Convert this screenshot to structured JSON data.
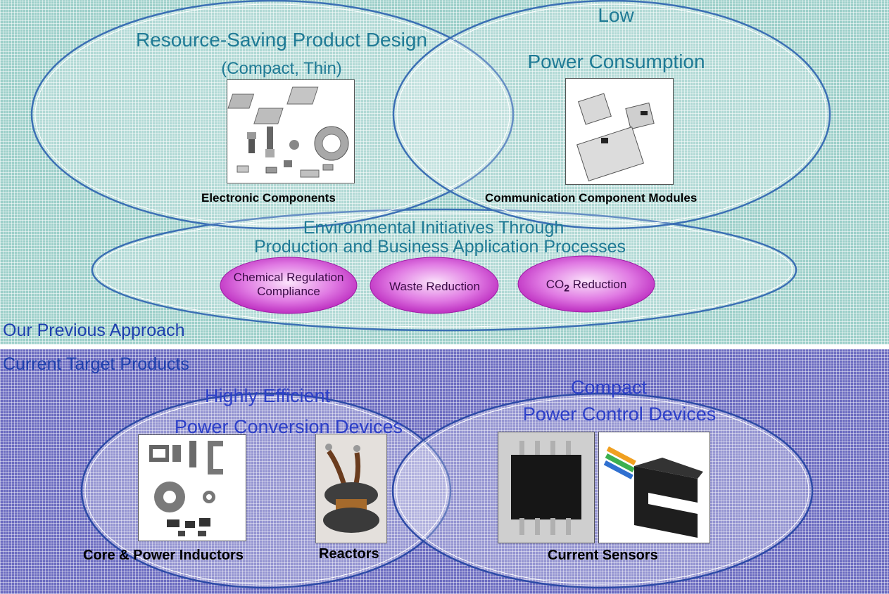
{
  "top": {
    "design_title": "Resource-Saving Product Design",
    "design_sub": "(Compact, Thin)",
    "power_line1": "Low",
    "power_line2": "Power Consumption",
    "elec_caption": "Electronic  Components",
    "comm_caption": "Communication Component Modules",
    "env_line1": "Environmental Initiatives Through",
    "env_line2": "Production and Business Application Processes",
    "bubbles": {
      "chem_line1": "Chemical Regulation",
      "chem_line2": "Compliance",
      "waste": "Waste Reduction",
      "co2_prefix": "CO",
      "co2_sub": "2",
      "co2_suffix": " Reduction"
    },
    "section_label": "Our Previous Approach"
  },
  "bottom": {
    "section_label": "Current Target Products",
    "eff_line1": "Highly Efficient",
    "eff_line2": "Power Conversion Devices",
    "ctrl_line1": "Compact",
    "ctrl_line2": "Power Control Devices",
    "core_caption": "Core & Power Inductors",
    "reactor_caption": "Reactors",
    "sensor_caption": "Current Sensors"
  },
  "colors": {
    "teal_panel": "#9ccfc9",
    "blue_panel": "#6b6bc0",
    "magenta_bubble": "#c02bc6",
    "teal_text": "#1f7a95",
    "blue_text": "#2c3fc8"
  }
}
